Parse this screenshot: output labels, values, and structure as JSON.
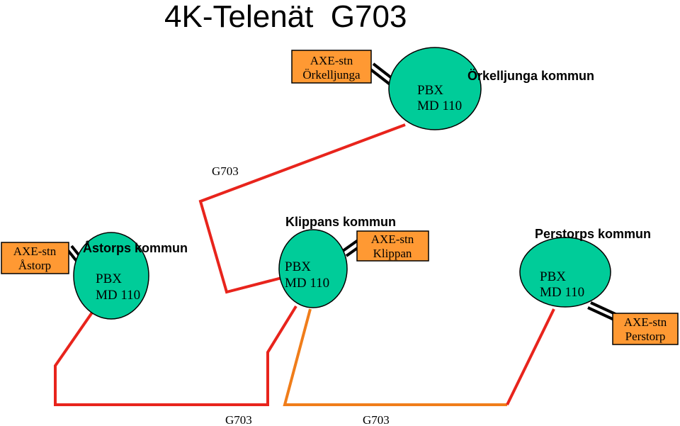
{
  "title": "4K-Telenät  G703",
  "colors": {
    "node_fill": "#00CC99",
    "box_fill": "#FF9933",
    "red_link": "#E8241C",
    "orange_link": "#F07D1A",
    "stroke": "#000000"
  },
  "municipalities": {
    "orkelljunga": "Örkelljunga kommun",
    "astorp": "Åstorps kommun",
    "klippan": "Klippans kommun",
    "perstorp": "Perstorps kommun"
  },
  "pbx": {
    "orkelljunga": {
      "line1": "PBX",
      "line2": "MD 110"
    },
    "astorp": {
      "line1": "PBX",
      "line2": "MD 110"
    },
    "klippan": {
      "line1": "PBX",
      "line2": "MD 110"
    },
    "perstorp": {
      "line1": "PBX",
      "line2": "MD 110"
    }
  },
  "axe": {
    "orkelljunga": {
      "line1": "AXE-stn",
      "line2": "Örkelljunga"
    },
    "astorp": {
      "line1": "AXE-stn",
      "line2": "Åstorp"
    },
    "klippan": {
      "line1": "AXE-stn",
      "line2": "Klippan"
    },
    "perstorp": {
      "line1": "AXE-stn",
      "line2": "Perstorp"
    }
  },
  "links": {
    "top_label": "G703",
    "bottom_left_label": "G703",
    "bottom_right_label": "G703"
  }
}
